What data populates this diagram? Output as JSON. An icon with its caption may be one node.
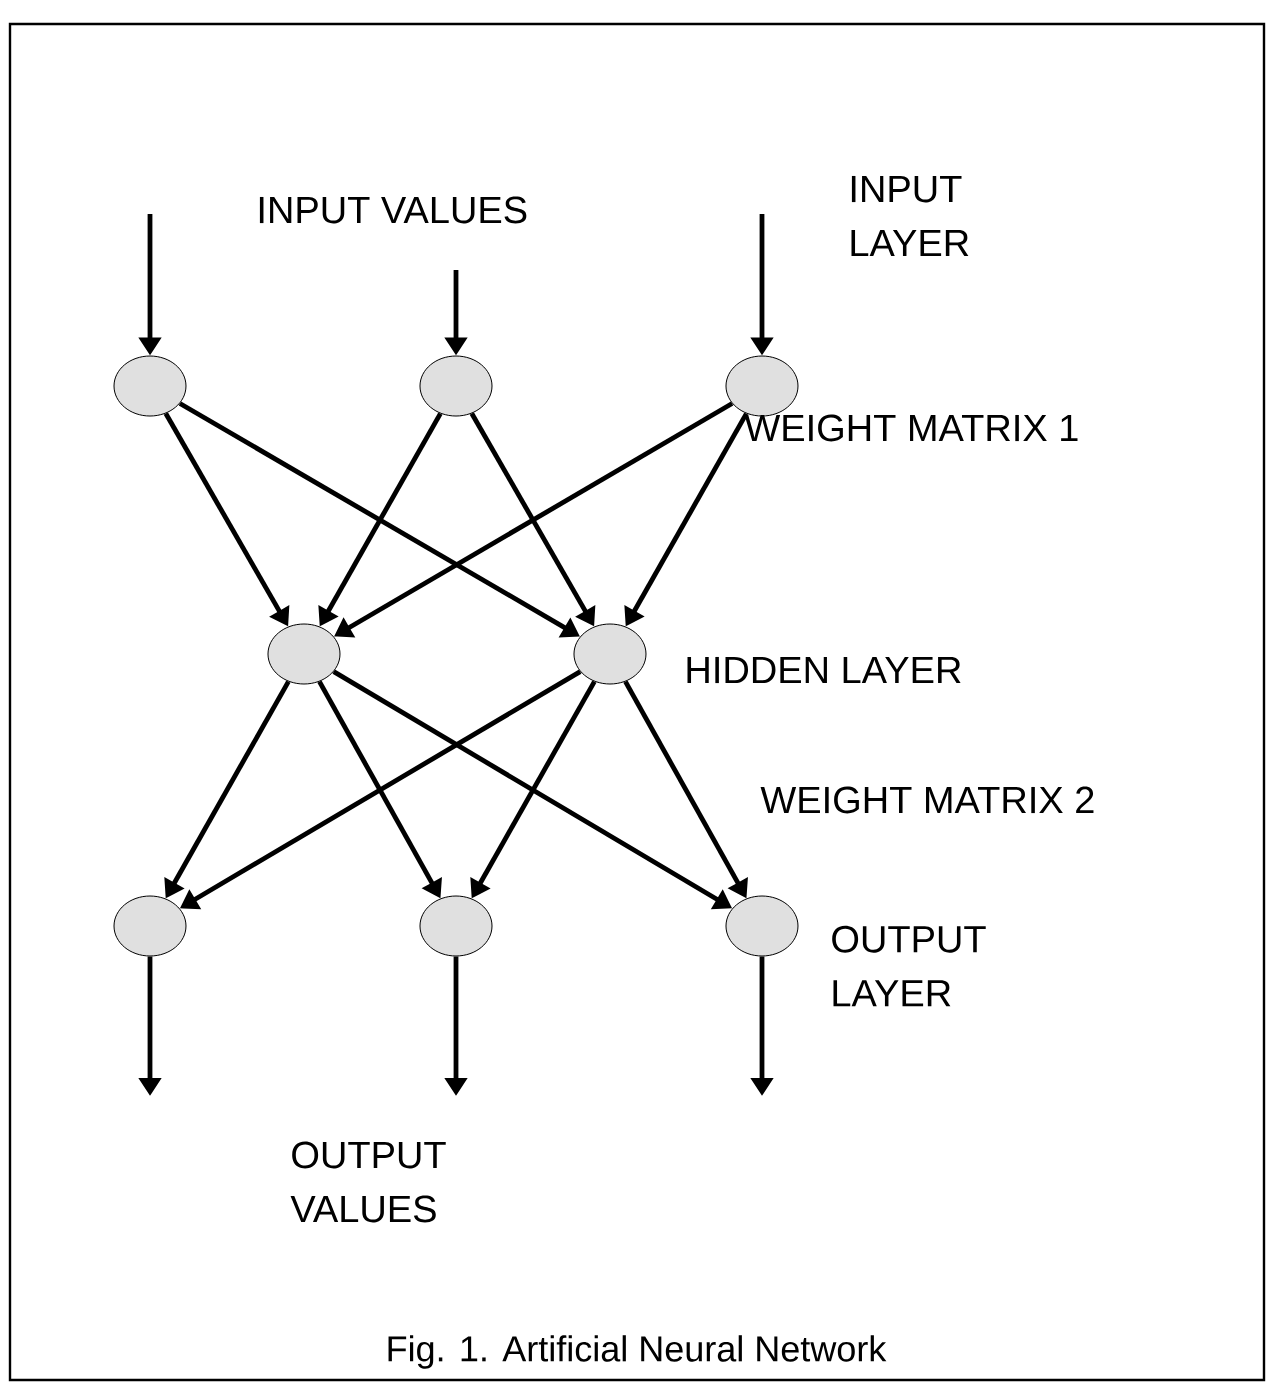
{
  "diagram": {
    "caption": "Fig. 1. Artificial Neural Network",
    "nodes": [
      {
        "text": [],
        "shape": "circle"
      },
      {
        "text": [],
        "shape": "circle"
      },
      {
        "text": [],
        "shape": "circle"
      },
      {
        "text": [],
        "shape": "circle"
      },
      {
        "text": [],
        "shape": "circle"
      },
      {
        "text": [],
        "shape": "circle"
      },
      {
        "text": [],
        "shape": "circle"
      },
      {
        "text": [],
        "shape": "circle"
      }
    ],
    "edges": [
      {
        "from": null,
        "to": 0,
        "arrow": "to"
      },
      {
        "from": null,
        "to": 1,
        "arrow": "to"
      },
      {
        "from": null,
        "to": 2,
        "arrow": "to"
      },
      {
        "from": 0,
        "to": 3,
        "arrow": "to"
      },
      {
        "from": 0,
        "to": 4,
        "arrow": "to"
      },
      {
        "from": 1,
        "to": 3,
        "arrow": "to"
      },
      {
        "from": 1,
        "to": 4,
        "arrow": "to"
      },
      {
        "from": 2,
        "to": 3,
        "arrow": "to"
      },
      {
        "from": 2,
        "to": 4,
        "arrow": "to"
      },
      {
        "from": 3,
        "to": 5,
        "arrow": "to"
      },
      {
        "from": 3,
        "to": 6,
        "arrow": "to"
      },
      {
        "from": 3,
        "to": 7,
        "arrow": "to"
      },
      {
        "from": 4,
        "to": 5,
        "arrow": "to"
      },
      {
        "from": 4,
        "to": 6,
        "arrow": "to"
      },
      {
        "from": 4,
        "to": 7,
        "arrow": "to"
      },
      {
        "from": 5,
        "to": null,
        "arrow": "to"
      },
      {
        "from": 6,
        "to": null,
        "arrow": "to"
      },
      {
        "from": 7,
        "to": null,
        "arrow": "to"
      }
    ],
    "labels": [
      "INPUT VALUES",
      "INPUT LAYER",
      "WEIGHT MATRIX 1",
      "HIDDEN LAYER",
      "WEIGHT MATRIX 2",
      "OUTPUT LAYER",
      "OUTPUT VALUES"
    ]
  }
}
